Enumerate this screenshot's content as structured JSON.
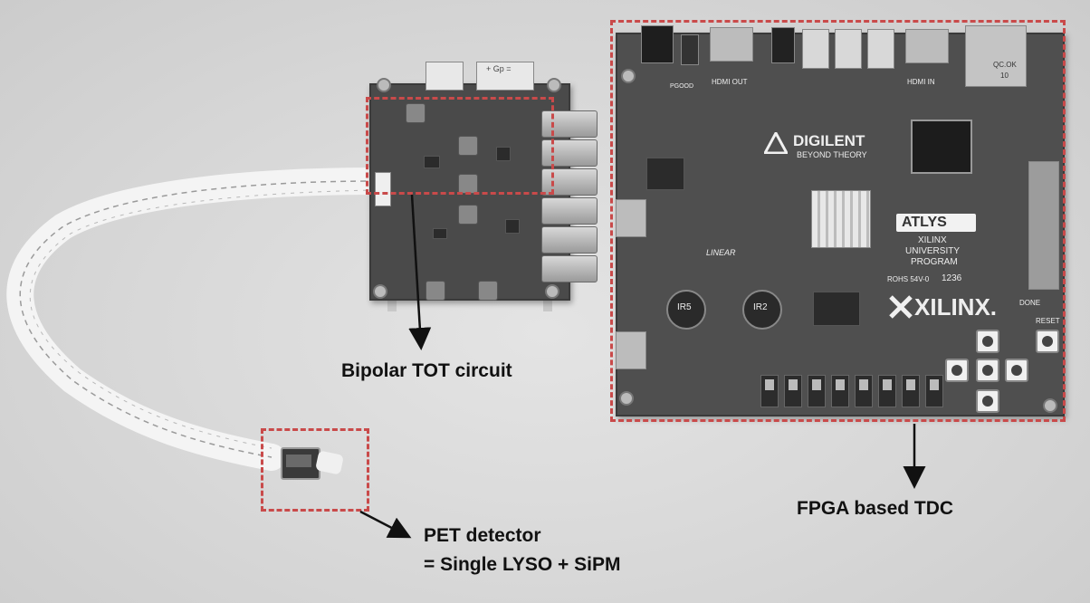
{
  "labels": {
    "tot_circuit": "Bipolar TOT circuit",
    "fpga_tdc": "FPGA based TDC",
    "pet_line1": "PET detector",
    "pet_line2": "= Single LYSO + SiPM"
  },
  "board_silkscreen": {
    "digilent": "DIGILENT",
    "beyond_theory": "BEYOND THEORY",
    "atlys": "ATLYS",
    "xilinx_program_1": "XILINX",
    "xilinx_program_2": "UNIVERSITY",
    "xilinx_program_3": "PROGRAM",
    "xilinx_logo": "XILINX.",
    "qc_ok": "QC.OK",
    "qc_num": "10",
    "reset": "RESET",
    "done": "DONE",
    "hdmi_out": "HDMI OUT",
    "hdmi_in": "HDMI IN",
    "pgood": "PGOOD",
    "rev": "ROHS 54V-0",
    "date": "1236",
    "ir5": "IR5",
    "ir2": "IR2",
    "linear": "LINEAR",
    "tot_header": "+ Gp ="
  },
  "colors": {
    "annotation_dash": "#c94a4a",
    "label_text": "#111111",
    "arrow": "#111111"
  },
  "icons": {
    "xilinx_mark": "xilinx-logo-icon",
    "digilent_mark": "digilent-logo-icon"
  }
}
